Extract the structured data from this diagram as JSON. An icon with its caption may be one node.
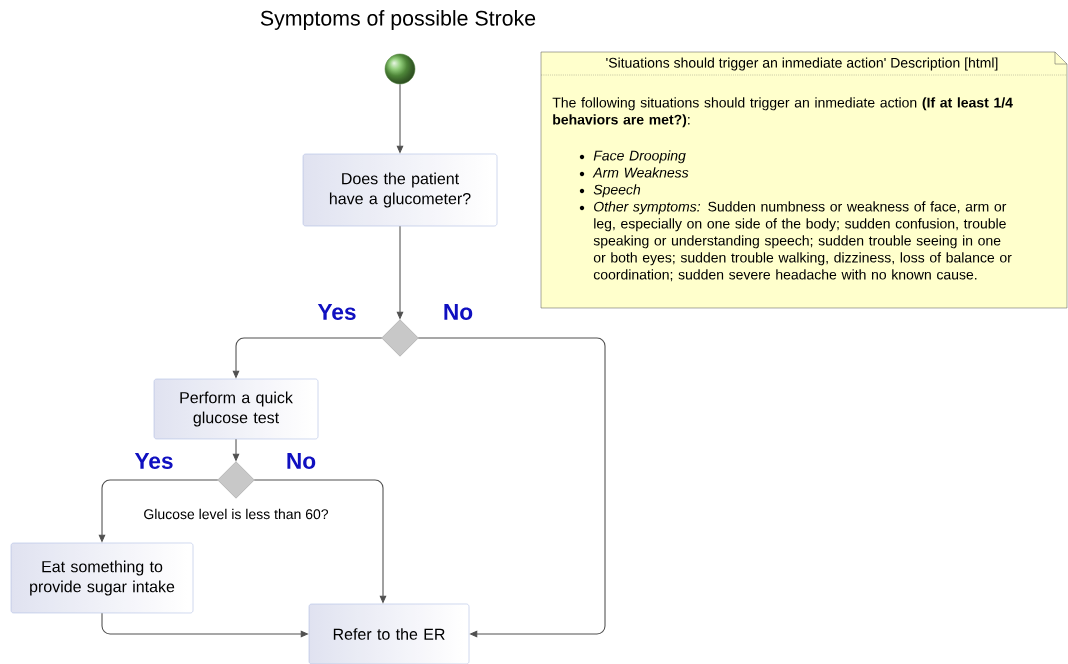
{
  "diagram": {
    "title": "Symptoms of possible Stroke",
    "nodes": [
      {
        "text": [],
        "shape": "circle"
      },
      {
        "text": [
          "Does the patient have a glucometer?"
        ]
      },
      {
        "text": [],
        "shape": "diamond"
      },
      {
        "text": [
          "Perform a quick glucose test"
        ]
      },
      {
        "text": [],
        "shape": "diamond",
        "beside": [
          "Glucose level is less than 60?"
        ]
      },
      {
        "text": [
          "Eat something to provide sugar intake"
        ]
      },
      {
        "text": [
          "Refer to the ER"
        ]
      },
      {
        "text": [
          "'Situations should trigger an inmediate action' Description [html]",
          "The following situations should trigger an inmediate action **(If at least 1/4 behaviors are met?)**:",
          "Face Drooping",
          "Arm Weakness",
          "Speech",
          "*Other symptoms:* Sudden numbness or weakness of face, arm or leg, especially on one side of the body; sudden confusion, trouble speaking or understanding speech; sudden trouble seeing in one or both eyes; sudden trouble walking, dizziness, loss of balance or coordination; sudden severe headache with no known cause."
        ]
      }
    ],
    "edges": [
      {
        "from": 0,
        "to": 1,
        "arrow": "to"
      },
      {
        "from": 1,
        "to": 2,
        "arrow": "to"
      },
      {
        "from": 2,
        "to": 3,
        "arrow": "to",
        "label": "Yes"
      },
      {
        "from": 2,
        "to": 6,
        "arrow": "to",
        "label": "No"
      },
      {
        "from": 3,
        "to": 4,
        "arrow": "to"
      },
      {
        "from": 4,
        "to": 5,
        "arrow": "to",
        "label": "Yes"
      },
      {
        "from": 4,
        "to": 6,
        "arrow": "to",
        "label": "No"
      },
      {
        "from": 5,
        "to": 6,
        "arrow": "to"
      }
    ]
  }
}
